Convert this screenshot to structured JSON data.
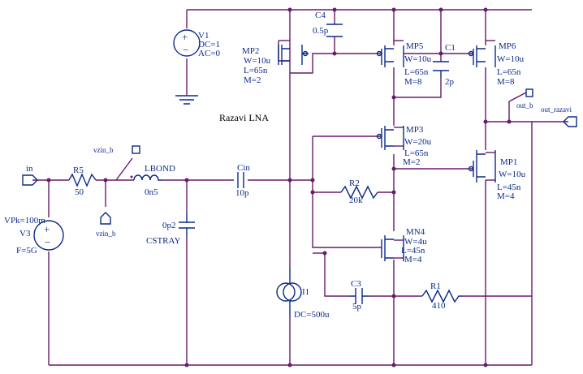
{
  "title": "Razavi LNA",
  "ports": {
    "in": "in",
    "vzin_b_top": "vzin_b",
    "vzin_b_bottom": "vzin_b",
    "out_b": "out_b",
    "out_razavi": "out_razavi"
  },
  "components": {
    "V1": {
      "name": "V1",
      "dc": "DC=1",
      "ac": "AC=0"
    },
    "V3": {
      "name": "V3",
      "vpk": "VPk=100m",
      "f": "F=5G"
    },
    "R5": {
      "name": "R5",
      "value": "50"
    },
    "LBOND": {
      "name": "LBOND",
      "value": "0n5"
    },
    "CSTRAY": {
      "name": "CSTRAY",
      "value": "0p2"
    },
    "Cin": {
      "name": "Cin",
      "value": "10p"
    },
    "C4": {
      "name": "C4",
      "value": "0.5p"
    },
    "C1": {
      "name": "C1",
      "value": "2p"
    },
    "C3": {
      "name": "C3",
      "value": "5p"
    },
    "R1": {
      "name": "R1",
      "value": "410"
    },
    "R2": {
      "name": "R2",
      "value": "20k"
    },
    "I1": {
      "name": "I1",
      "dc": "DC=500u"
    },
    "MP2": {
      "name": "MP2",
      "w": "W=10u",
      "l": "L=65n",
      "m": "M=2"
    },
    "MP5": {
      "name": "MP5",
      "w": "W=10u",
      "l": "L=65n",
      "m": "M=8"
    },
    "MP6": {
      "name": "MP6",
      "w": "W=10u",
      "l": "L=65n",
      "m": "M=8"
    },
    "MP3": {
      "name": "MP3",
      "w": "W=20u",
      "l": "L=65n",
      "m": "M=2"
    },
    "MP1": {
      "name": "MP1",
      "w": "W=10u",
      "l": "L=45n",
      "m": "M=4"
    },
    "MN4": {
      "name": "MN4",
      "w": "W=4u",
      "l": "L=45n",
      "m": "M=4"
    }
  },
  "colors": {
    "wire": "#6a1a6a",
    "component": "#0b2a8a",
    "text": "#0b2a8a"
  }
}
